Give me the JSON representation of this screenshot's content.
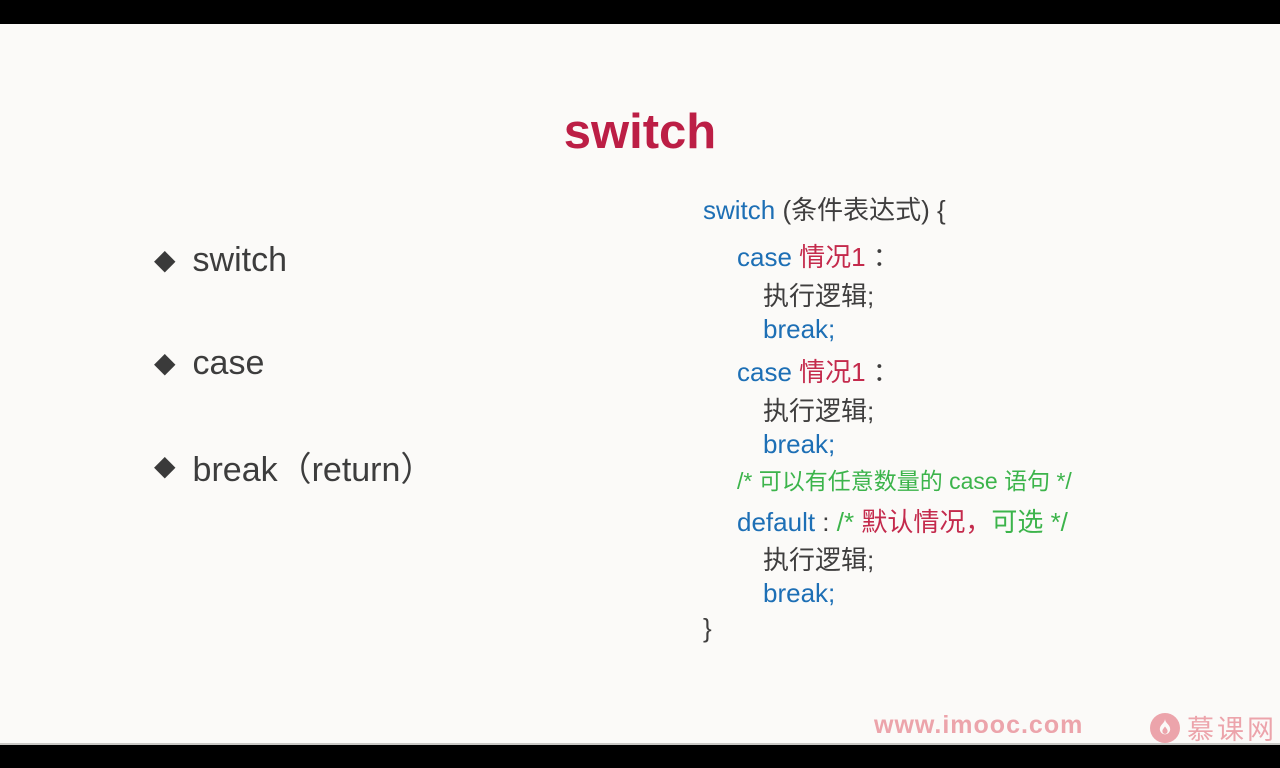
{
  "title": "switch",
  "bullets": [
    {
      "marker": "◆",
      "label": "switch"
    },
    {
      "marker": "◆",
      "label": "case"
    },
    {
      "marker": "◆",
      "label": "break（return）"
    }
  ],
  "code": {
    "lines": [
      {
        "indent": 0,
        "tokens": [
          {
            "text": "switch",
            "color": "blue"
          },
          {
            "text": " (条件表达式) {",
            "color": "dark"
          }
        ]
      },
      {
        "indent": 1,
        "tokens": [
          {
            "text": "case ",
            "color": "blue"
          },
          {
            "text": "情况1",
            "color": "red"
          },
          {
            "text": " ：",
            "color": "dark"
          }
        ]
      },
      {
        "indent": 2,
        "tokens": [
          {
            "text": "执行逻辑;",
            "color": "dark"
          }
        ]
      },
      {
        "indent": 2,
        "tokens": [
          {
            "text": "break;",
            "color": "blue"
          }
        ]
      },
      {
        "indent": 1,
        "tokens": [
          {
            "text": "case ",
            "color": "blue"
          },
          {
            "text": "情况1",
            "color": "red"
          },
          {
            "text": " ：",
            "color": "dark"
          }
        ]
      },
      {
        "indent": 2,
        "tokens": [
          {
            "text": "执行逻辑;",
            "color": "dark"
          }
        ]
      },
      {
        "indent": 2,
        "tokens": [
          {
            "text": "break;",
            "color": "blue"
          }
        ]
      },
      {
        "indent": 1,
        "small": true,
        "tokens": [
          {
            "text": "/* 可以有任意数量的 case 语句 */",
            "color": "green"
          }
        ]
      },
      {
        "indent": 1,
        "tokens": [
          {
            "text": "default",
            "color": "blue"
          },
          {
            "text": " : ",
            "color": "dark"
          },
          {
            "text": "/* ",
            "color": "green"
          },
          {
            "text": "默认情况，",
            "color": "red"
          },
          {
            "text": "可选 */",
            "color": "green"
          }
        ]
      },
      {
        "indent": 2,
        "tokens": [
          {
            "text": "执行逻辑;",
            "color": "dark"
          }
        ]
      },
      {
        "indent": 2,
        "tokens": [
          {
            "text": "break;",
            "color": "blue"
          }
        ]
      },
      {
        "indent": 0,
        "tokens": [
          {
            "text": "}",
            "color": "dark"
          }
        ]
      }
    ]
  },
  "footer": {
    "url": "www.imooc.com",
    "brand": "慕课网"
  },
  "colors": {
    "title_crimson": "#bc1e45",
    "keyword_blue": "#1d6fb5",
    "value_red": "#c42a4c",
    "text_dark": "#3f3e3e",
    "comment_green": "#3cb44b",
    "watermark_pink": "#eca4ab",
    "slide_bg": "#fbfaf8",
    "bar_black": "#000000"
  }
}
